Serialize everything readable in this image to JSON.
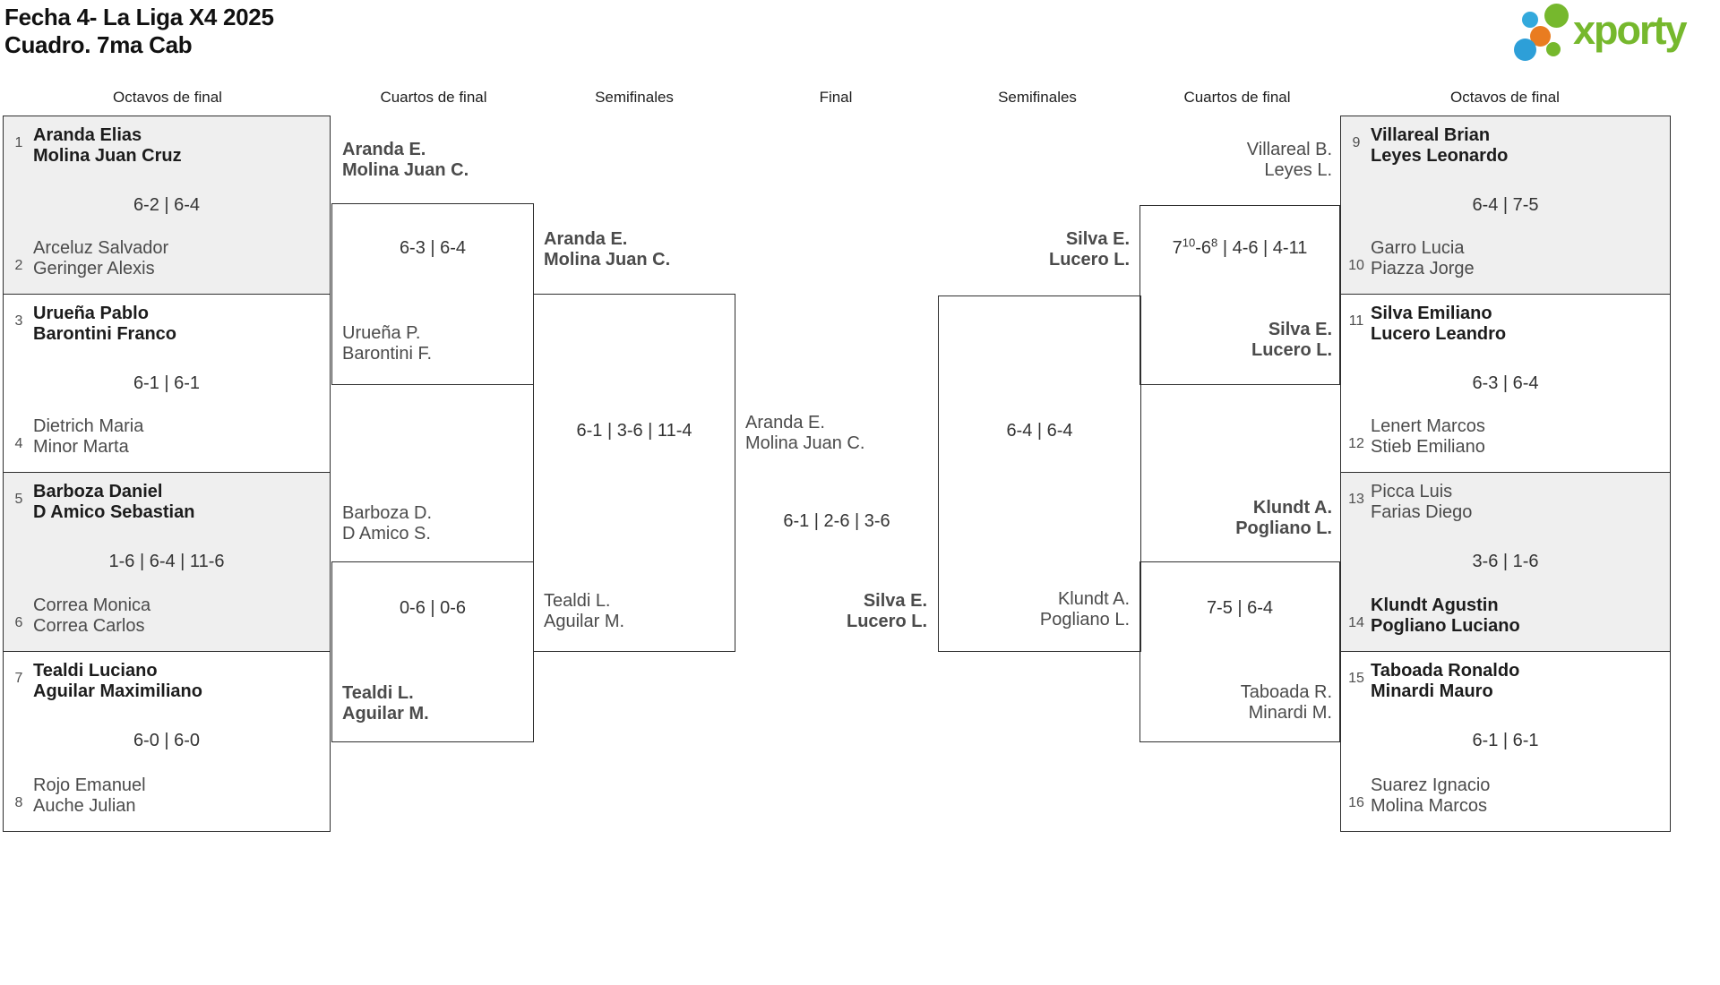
{
  "title": {
    "line1": "Fecha 4- La Liga X4 2025",
    "line2": "Cuadro. 7ma Cab"
  },
  "logo": {
    "text": "xporty",
    "brand_green": "#76b82d",
    "brand_blue": "#2d9fd8",
    "brand_light_blue": "#33a9dc",
    "brand_orange": "#e97c20"
  },
  "round_headers": [
    "Octavos de final",
    "Cuartos de final",
    "Semifinales",
    "Final",
    "Semifinales",
    "Cuartos de final",
    "Octavos de final"
  ],
  "colors": {
    "winner_text": "#1c1c1c",
    "loser_text": "#4b4b4b",
    "box_border": "#2e2e2e",
    "box_alt_fill": "#efefef"
  },
  "r16_left": [
    {
      "top_seed": "1",
      "top": [
        "Aranda Elias",
        "Molina Juan Cruz"
      ],
      "score": "6-2 | 6-4",
      "bottom_seed": "2",
      "bottom": [
        "Arceluz Salvador",
        "Geringer Alexis"
      ]
    },
    {
      "top_seed": "3",
      "top": [
        "Urueña Pablo",
        "Barontini Franco"
      ],
      "score": "6-1 | 6-1",
      "bottom_seed": "4",
      "bottom": [
        "Dietrich Maria",
        "Minor Marta"
      ]
    },
    {
      "top_seed": "5",
      "top": [
        "Barboza Daniel",
        "D Amico Sebastian"
      ],
      "score": "1-6 | 6-4 | 11-6",
      "bottom_seed": "6",
      "bottom": [
        "Correa Monica",
        "Correa Carlos"
      ]
    },
    {
      "top_seed": "7",
      "top": [
        "Tealdi Luciano",
        "Aguilar Maximiliano"
      ],
      "score": "6-0 | 6-0",
      "bottom_seed": "8",
      "bottom": [
        "Rojo Emanuel",
        "Auche Julian"
      ]
    }
  ],
  "r16_right": [
    {
      "top_seed": "9",
      "top": [
        "Villareal Brian",
        "Leyes Leonardo"
      ],
      "score": "6-4 | 7-5",
      "bottom_seed": "10",
      "bottom": [
        "Garro Lucia",
        "Piazza Jorge"
      ]
    },
    {
      "top_seed": "11",
      "top": [
        "Silva Emiliano",
        "Lucero Leandro"
      ],
      "score": "6-3 | 6-4",
      "bottom_seed": "12",
      "bottom": [
        "Lenert Marcos",
        "Stieb Emiliano"
      ]
    },
    {
      "top_seed": "13",
      "top": [
        "Picca Luis",
        "Farias Diego"
      ],
      "score": "3-6 | 1-6",
      "bottom_seed": "14",
      "bottom": [
        "Klundt Agustin",
        "Pogliano Luciano"
      ]
    },
    {
      "top_seed": "15",
      "top": [
        "Taboada Ronaldo",
        "Minardi Mauro"
      ],
      "score": "6-1 | 6-1",
      "bottom_seed": "16",
      "bottom": [
        "Suarez Ignacio",
        "Molina Marcos"
      ]
    }
  ],
  "qf_left": [
    {
      "top": [
        "Aranda E.",
        "Molina Juan C."
      ],
      "score": "6-3 | 6-4",
      "bottom": [
        "Urueña P.",
        "Barontini F."
      ]
    },
    {
      "top": [
        "Barboza D.",
        "D Amico S."
      ],
      "score": "0-6 | 0-6",
      "bottom": [
        "Tealdi L.",
        "Aguilar M."
      ]
    }
  ],
  "qf_right": [
    {
      "top": [
        "Villareal B.",
        "Leyes L."
      ],
      "score_parts": {
        "base1": "7",
        "sup1": "10",
        "base2": "-6",
        "sup2": "8",
        "tail": " | 4-6 | 4-11"
      },
      "bottom": [
        "Silva E.",
        "Lucero L."
      ]
    },
    {
      "top": [
        "Klundt A.",
        "Pogliano L."
      ],
      "score": "7-5 | 6-4",
      "bottom": [
        "Taboada R.",
        "Minardi M."
      ]
    }
  ],
  "sf_left": {
    "top": [
      "Aranda E.",
      "Molina Juan C."
    ],
    "score": "6-1 | 3-6 | 11-4",
    "bottom": [
      "Tealdi L.",
      "Aguilar M."
    ]
  },
  "sf_right": {
    "top": [
      "Silva E.",
      "Lucero L."
    ],
    "score": "6-4 | 6-4",
    "bottom": [
      "Klundt A.",
      "Pogliano L."
    ]
  },
  "final": {
    "left": [
      "Aranda E.",
      "Molina Juan C."
    ],
    "score": "6-1 | 2-6 | 3-6",
    "right": [
      "Silva E.",
      "Lucero L."
    ]
  }
}
